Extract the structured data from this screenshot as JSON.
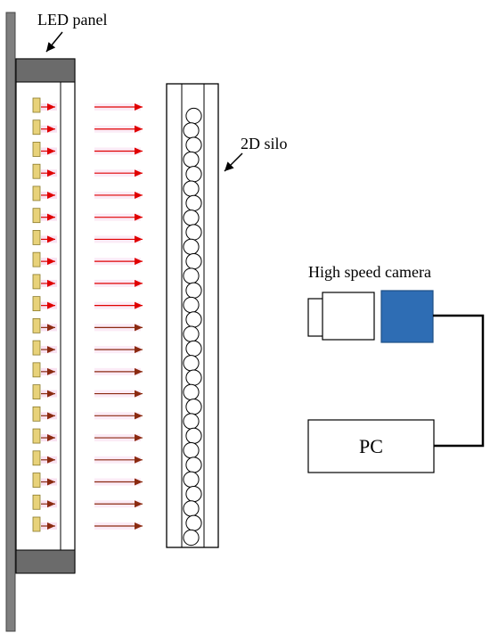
{
  "labels": {
    "led_panel": "LED panel",
    "silo": "2D silo",
    "camera": "High speed camera",
    "pc": "PC"
  },
  "colors": {
    "plate": "#7f7f7f",
    "clamp": "#6b6b6b",
    "led_fill": "#e8d27a",
    "led_stroke": "#8a7a2a",
    "arrow_red": "#e00000",
    "arrow_dark": "#8b2a10",
    "arrow_glow": "#f4c6e4",
    "camera_body": "#2e6db4",
    "line": "#000000"
  },
  "led": {
    "count": 20,
    "dark_arrow_from_index": 10
  },
  "silo": {
    "particle_count": 30
  },
  "icons": [
    "led-panel-pointer-arrow",
    "silo-pointer-arrow",
    "light-ray-arrow"
  ]
}
